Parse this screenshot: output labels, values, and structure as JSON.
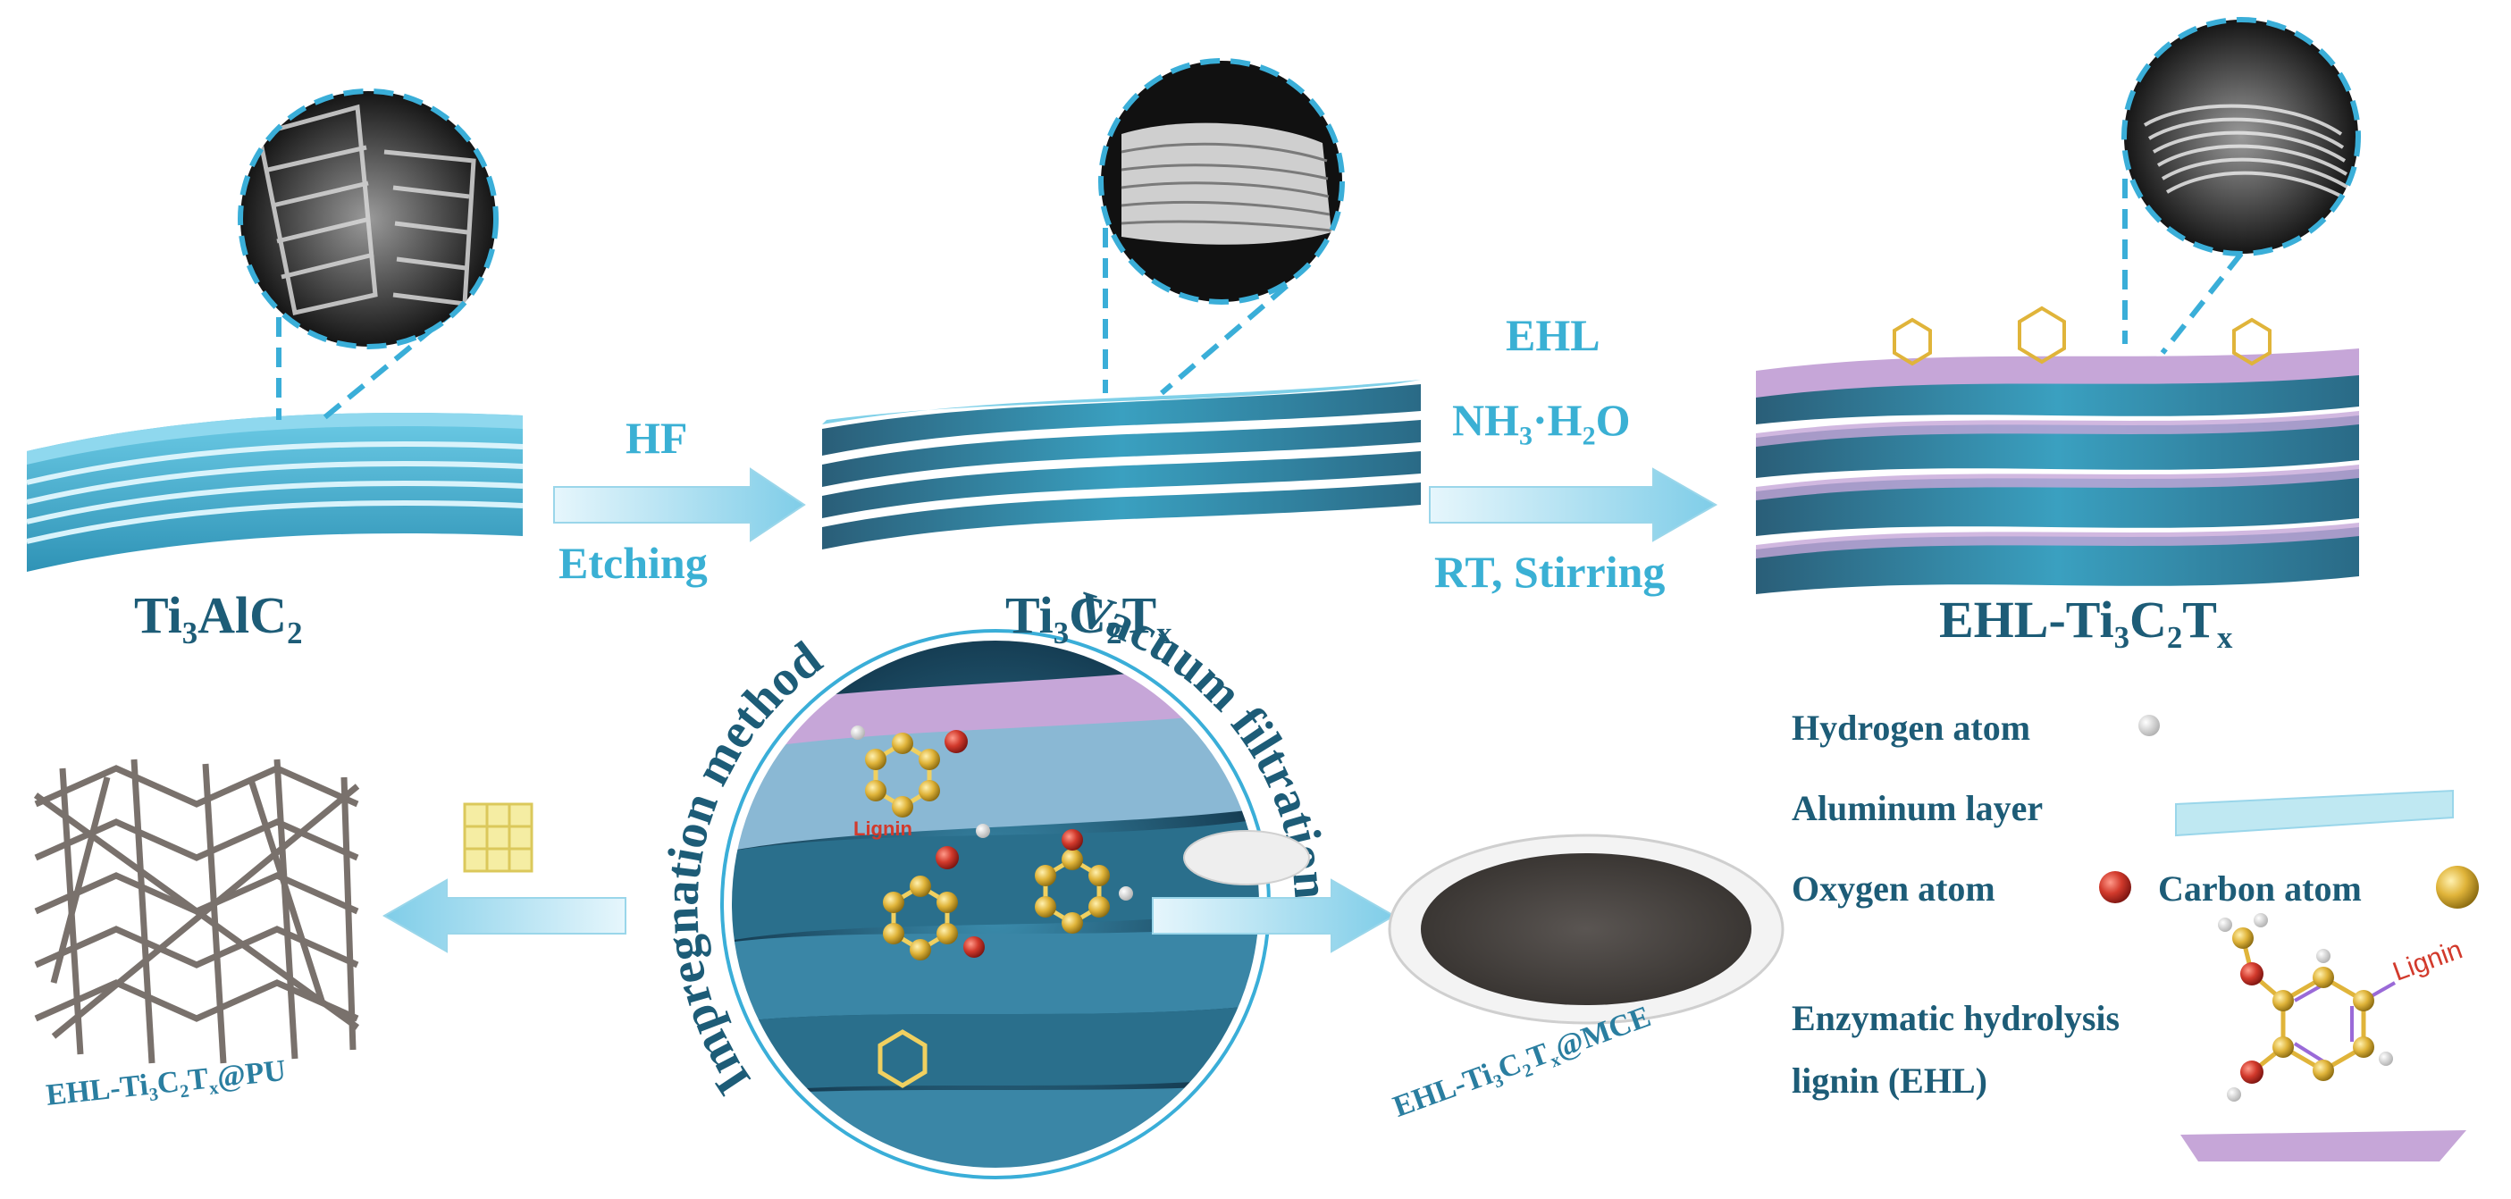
{
  "materials": {
    "ti3alc2": {
      "p1": "Ti",
      "s1": "3",
      "p2": "AlC",
      "s2": "2"
    },
    "ti3c2tx": {
      "p1": "Ti",
      "s1": "3",
      "p2": "C",
      "s2": "2",
      "p3": "T",
      "s3": "x"
    },
    "ehl_ti3c2tx": {
      "p1": "EHL-Ti",
      "s1": "3",
      "p2": "C",
      "s2": "2",
      "p3": "T",
      "s3": "x"
    }
  },
  "steps": {
    "etch_top": "HF",
    "etch_bottom": "Etching",
    "ehl_line1": "EHL",
    "ehl_nh3": {
      "p1": "NH",
      "s1": "3",
      "p2": "·H",
      "s2": "2",
      "p3": "O"
    },
    "ehl_line3": "RT, Stirring"
  },
  "methods": {
    "impregnation": "Impregnation method",
    "vacuum": "Vacuum filtration"
  },
  "products": {
    "pu": {
      "p1": "EHL-Ti",
      "s1": "3",
      "p2": "C",
      "s2": "2",
      "p3": "T",
      "s3": "x",
      "p4": "@PU"
    },
    "mce": {
      "p1": "EHL-Ti",
      "s1": "3",
      "p2": "C",
      "s2": "2",
      "p3": "T",
      "s3": "x",
      "p4": "@MCE"
    }
  },
  "legend": {
    "hydrogen": "Hydrogen atom",
    "aluminum": "Aluminum layer",
    "oxygen": "Oxygen atom",
    "carbon": "Carbon atom",
    "ehl_line1": "Enzymatic hydrolysis",
    "ehl_line2": "lignin (EHL)",
    "lignin_tag": "Lignin"
  },
  "molecule_tags": {
    "lignin": "Lignin"
  },
  "colors": {
    "sheet": "#4fb8d6",
    "sheet_dark": "#2c6f86",
    "arrow": "#aee0f0",
    "lignin_layer": "#c6a6d8",
    "oxygen": "#d23a2c",
    "carbon": "#e0b43a",
    "hydrogen": "#d9d9d9",
    "dash": "#3aaed8",
    "text": "#1d5c77"
  }
}
